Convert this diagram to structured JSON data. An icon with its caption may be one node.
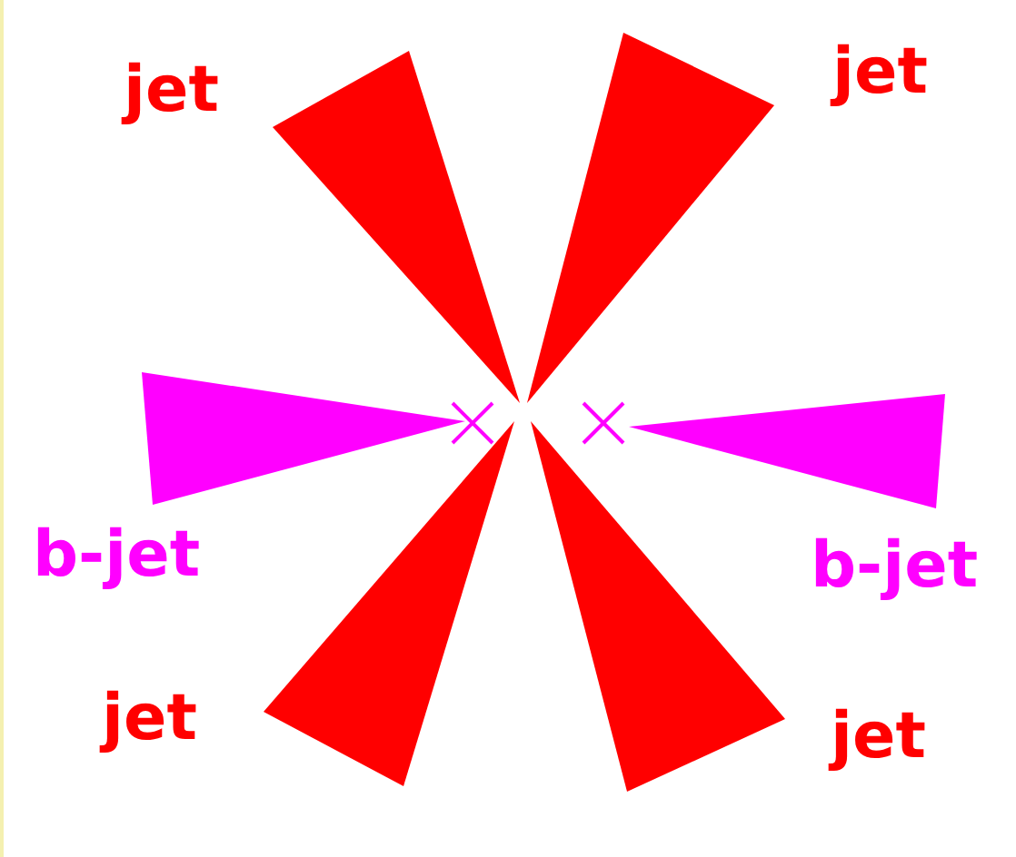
{
  "diagram": {
    "nodes": [
      {
        "text": [
          "jet"
        ]
      },
      {
        "text": [
          "jet"
        ]
      },
      {
        "text": [
          "b-jet"
        ]
      },
      {
        "text": [
          "b-jet"
        ]
      },
      {
        "text": [
          "jet"
        ]
      },
      {
        "text": [
          "jet"
        ]
      }
    ]
  }
}
